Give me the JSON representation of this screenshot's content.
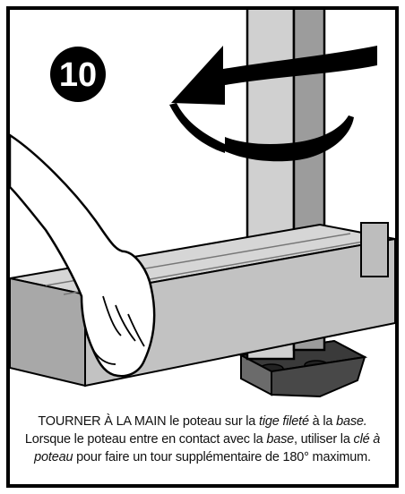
{
  "step_number": "10",
  "caption": {
    "line1": {
      "a": "TOURNER À LA MAIN le poteau sur la ",
      "b": "tige fileté",
      "c": " à la ",
      "d": "base.",
      "e": ""
    },
    "line2": {
      "a": "Lorsque le poteau entre en contact avec la ",
      "b": "base",
      "c": ", utiliser la ",
      "d": "clé à",
      "e": ""
    },
    "line3": {
      "a": "",
      "b": "poteau",
      "c": " pour faire un tour supplémentaire de 180° maximum.",
      "d": "",
      "e": ""
    }
  },
  "colors": {
    "post": "#d0d0d0",
    "post_shadow": "#8f8f8f",
    "rail": "#c6c6c6",
    "base": "#4a4a4a",
    "arrow": "#000000"
  },
  "icons": [
    "rotation-arrow-icon",
    "hand-icon",
    "post-base-icon"
  ]
}
